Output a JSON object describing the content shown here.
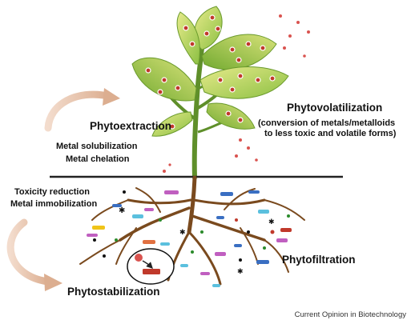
{
  "labels": {
    "phytoextraction": "Phytoextraction",
    "solubilization": "Metal solubilization",
    "chelation": "Metal chelation",
    "phytovolatilization": "Phytovolatilization",
    "volatilization_note_1": "(conversion of metals/metalloids",
    "volatilization_note_2": "to less toxic and volatile forms)",
    "toxicity": "Toxicity reduction",
    "immobilization": "Metal immobilization",
    "phytofiltration": "Phytofiltration",
    "phytostabilization": "Phytostabilization"
  },
  "credit": "Current Opinion in Biotechnology",
  "colors": {
    "leaf_light": "#d6e07a",
    "leaf_dark": "#7fb63a",
    "stem": "#5f8f2a",
    "root": "#7a4a1e",
    "soil_line": "#222222",
    "metal_dot": "#c0392b",
    "arrow": "#e8c3aa"
  },
  "icons": [
    "curved-arrow-icon",
    "metal-particle-icon",
    "soil-particle-icon"
  ]
}
